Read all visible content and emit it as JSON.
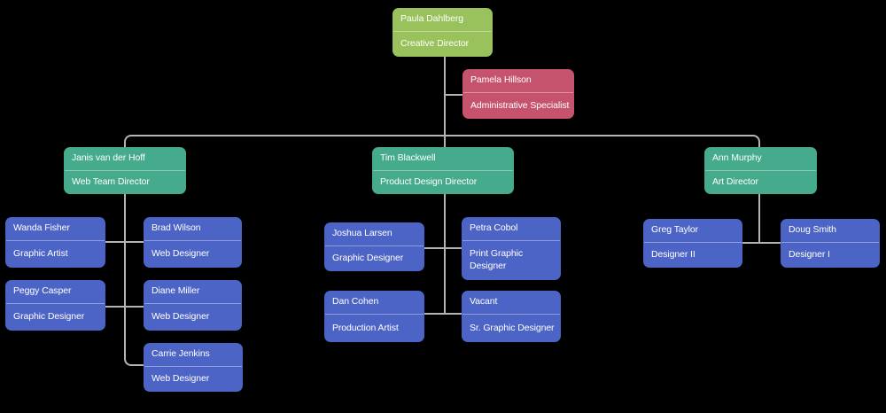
{
  "diagram": {
    "type": "org-chart",
    "colors": {
      "executive": "#99c15c",
      "assistant": "#c6536d",
      "director": "#45ab8c",
      "employee": "#4d64c7",
      "connector": "#b4b4b4"
    },
    "nodes": [
      {
        "id": "paula",
        "name": "Paula Dahlberg",
        "title": "Creative Director",
        "role": "executive"
      },
      {
        "id": "pamela",
        "name": "Pamela Hillson",
        "title": "Administrative Specialist",
        "role": "assistant"
      },
      {
        "id": "janis",
        "name": "Janis van der Hoff",
        "title": "Web Team Director",
        "role": "director"
      },
      {
        "id": "tim",
        "name": "Tim Blackwell",
        "title": "Product Design Director",
        "role": "director"
      },
      {
        "id": "ann",
        "name": "Ann Murphy",
        "title": "Art Director",
        "role": "director"
      },
      {
        "id": "wanda",
        "name": "Wanda Fisher",
        "title": "Graphic Artist",
        "role": "employee"
      },
      {
        "id": "brad",
        "name": "Brad Wilson",
        "title": "Web Designer",
        "role": "employee"
      },
      {
        "id": "peggy",
        "name": "Peggy Casper",
        "title": "Graphic Designer",
        "role": "employee"
      },
      {
        "id": "diane",
        "name": "Diane Miller",
        "title": "Web Designer",
        "role": "employee"
      },
      {
        "id": "carrie",
        "name": "Carrie Jenkins",
        "title": "Web Designer",
        "role": "employee"
      },
      {
        "id": "joshua",
        "name": "Joshua Larsen",
        "title": "Graphic Designer",
        "role": "employee"
      },
      {
        "id": "petra",
        "name": "Petra Cobol",
        "title": "Print Graphic Designer",
        "role": "employee"
      },
      {
        "id": "dan",
        "name": "Dan Cohen",
        "title": "Production Artist",
        "role": "employee"
      },
      {
        "id": "vacant",
        "name": "Vacant",
        "title": "Sr. Graphic Designer",
        "role": "employee"
      },
      {
        "id": "greg",
        "name": "Greg Taylor",
        "title": "Designer II",
        "role": "employee"
      },
      {
        "id": "doug",
        "name": "Doug Smith",
        "title": "Designer I",
        "role": "employee"
      }
    ],
    "edges": [
      {
        "from": "paula",
        "to": "pamela"
      },
      {
        "from": "paula",
        "to": "janis"
      },
      {
        "from": "paula",
        "to": "tim"
      },
      {
        "from": "paula",
        "to": "ann"
      },
      {
        "from": "janis",
        "to": "wanda"
      },
      {
        "from": "janis",
        "to": "brad"
      },
      {
        "from": "janis",
        "to": "peggy"
      },
      {
        "from": "janis",
        "to": "diane"
      },
      {
        "from": "janis",
        "to": "carrie"
      },
      {
        "from": "tim",
        "to": "joshua"
      },
      {
        "from": "tim",
        "to": "petra"
      },
      {
        "from": "tim",
        "to": "dan"
      },
      {
        "from": "tim",
        "to": "vacant"
      },
      {
        "from": "ann",
        "to": "greg"
      },
      {
        "from": "ann",
        "to": "doug"
      }
    ]
  }
}
